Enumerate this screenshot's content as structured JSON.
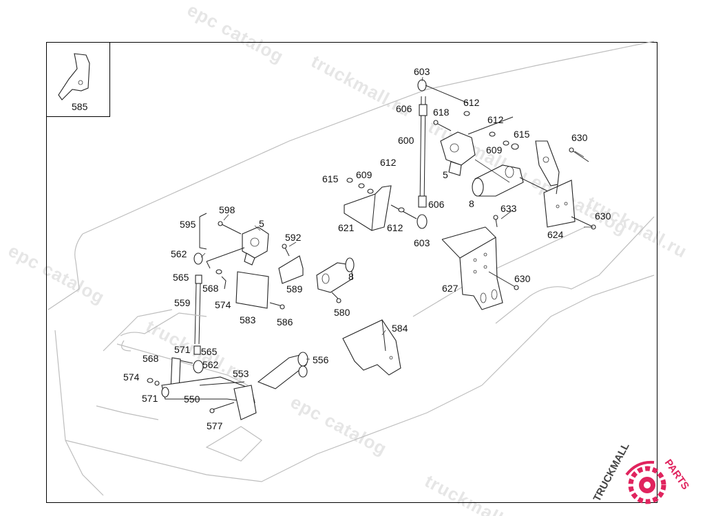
{
  "watermark": {
    "text_a": "epc catalog",
    "text_b": "truckmall.ru",
    "text_c": "truckmall.ru epc catalog",
    "color": "#e6e6e6"
  },
  "logo": {
    "text_a": "TRUCKMALL",
    "text_b": "PARTS",
    "color_dark": "#444444",
    "color_accent": "#e0245e"
  },
  "inset": {
    "label": "585"
  },
  "callouts": {
    "c603a": "603",
    "c606a": "606",
    "c618": "618",
    "c612a": "612",
    "c612b": "612",
    "c600": "600",
    "c615a": "615",
    "c609a": "609",
    "c630a": "630",
    "c5a": "5",
    "c8a": "8",
    "c615b": "615",
    "c609b": "609",
    "c612c": "612",
    "c606b": "606",
    "c621": "621",
    "c612d": "612",
    "c603b": "603",
    "c633": "633",
    "c630b": "630",
    "c624": "624",
    "c598": "598",
    "c595": "595",
    "c5b": "5",
    "c592": "592",
    "c562a": "562",
    "c565a": "565",
    "c568a": "568",
    "c574a": "574",
    "c589": "589",
    "c8b": "8",
    "c559": "559",
    "c583": "583",
    "c586": "586",
    "c580": "580",
    "c630c": "630",
    "c627": "627",
    "c584": "584",
    "c571a": "571",
    "c565b": "565",
    "c562b": "562",
    "c556": "556",
    "c568b": "568",
    "c553": "553",
    "c574b": "574",
    "c571b": "571",
    "c550": "550",
    "c577": "577"
  }
}
